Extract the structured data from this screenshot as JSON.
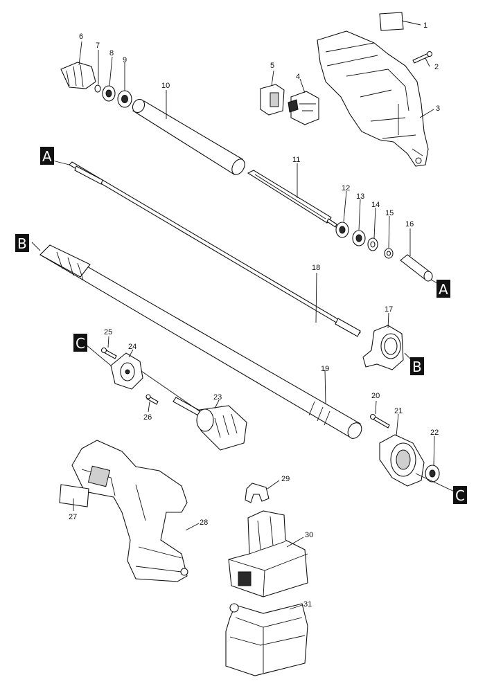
{
  "diagram": {
    "part_numbers": [
      "1",
      "2",
      "3",
      "4",
      "5",
      "6",
      "7",
      "8",
      "9",
      "10",
      "11",
      "12",
      "13",
      "14",
      "15",
      "16",
      "17",
      "18",
      "19",
      "20",
      "21",
      "22",
      "23",
      "24",
      "25",
      "26",
      "27",
      "28",
      "29",
      "30",
      "31"
    ],
    "connection_markers": {
      "a": "A",
      "b": "B",
      "c": "C"
    }
  }
}
